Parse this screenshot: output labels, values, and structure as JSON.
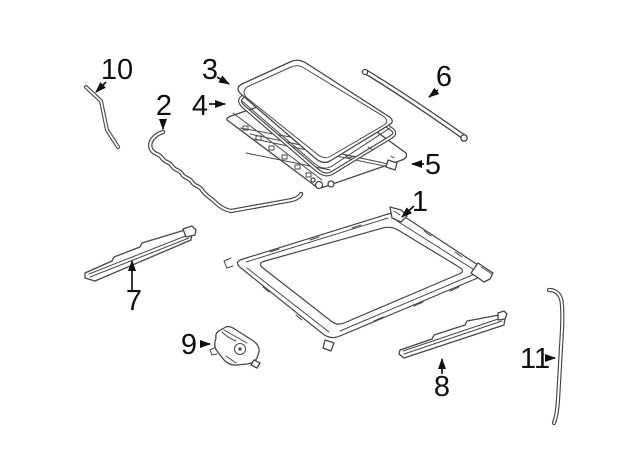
{
  "diagram": {
    "kind": "exploded-parts-line-diagram",
    "background_color": "#ffffff",
    "line_color": "#464646",
    "label_color": "#101010",
    "callouts": [
      {
        "number": "1"
      },
      {
        "number": "2"
      },
      {
        "number": "3"
      },
      {
        "number": "4"
      },
      {
        "number": "5"
      },
      {
        "number": "6"
      },
      {
        "number": "7"
      },
      {
        "number": "8"
      },
      {
        "number": "9"
      },
      {
        "number": "10"
      },
      {
        "number": "11"
      }
    ]
  }
}
